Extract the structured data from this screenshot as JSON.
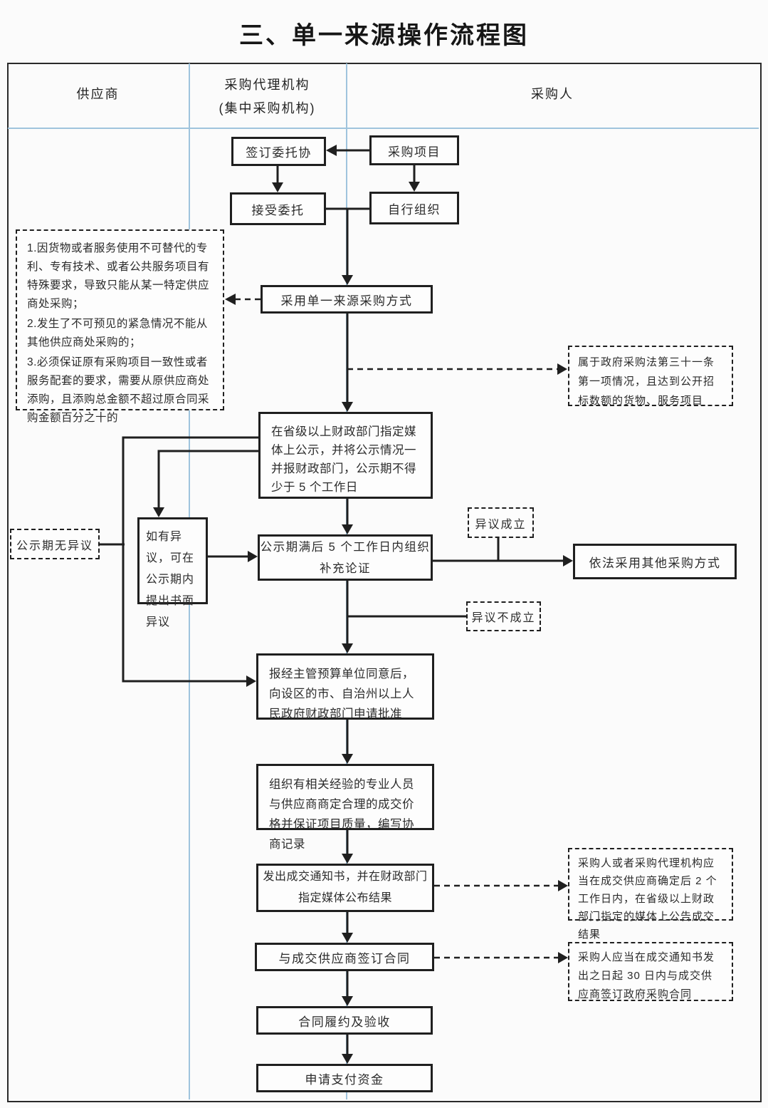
{
  "title": "三、单一来源操作流程图",
  "lanes": {
    "supplier": "供应商",
    "agency_line1": "采购代理机构",
    "agency_line2": "(集中采购机构)",
    "purchaser": "采购人"
  },
  "nodes": {
    "sign_agreement": "签订委托协",
    "project": "采购项目",
    "accept": "接受委托",
    "self_organize": "自行组织",
    "single_source": "采用单一来源采购方式",
    "publicity": "在省级以上财政部门指定媒体上公示，并将公示情况一并报财政部门，公示期不得少于 5 个工作日",
    "objection": "如有异议，可在公示期内提出书面异议",
    "supplement": "公示期满后 5 个工作日内组织补充论证",
    "other_method": "依法采用其他采购方式",
    "approval": "报经主管预算单位同意后，向设区的市、自治州以上人民政府财政部门申请批准",
    "negotiate": "组织有相关经验的专业人员与供应商商定合理的成交价格并保证项目质量，编写协商记录",
    "notice": "发出成交通知书，并在财政部门指定媒体公布结果",
    "contract": "与成交供应商签订合同",
    "acceptance": "合同履约及验收",
    "payment": "申请支付资金"
  },
  "annotations": {
    "conditions": [
      "1.因货物或者服务使用不可替代的专利、专有技术、或者公共服务项目有特殊要求，导致只能从某一特定供应商处采购；",
      "2.发生了不可预见的紧急情况不能从其他供应商处采购的；",
      "3.必须保证原有采购项目一致性或者服务配套的要求，需要从原供应商处添购，且添购总金额不超过原合同采购金额百分之十的"
    ],
    "law31": "属于政府采购法第三十一条第一项情况，且达到公开招标数额的货物、服务项目",
    "no_objection": "公示期无异议",
    "objection_valid": "异议成立",
    "objection_invalid": "异议不成立",
    "announce": "采购人或者采购代理机构应当在成交供应商确定后 2 个工作日内，在省级以上财政部门指定的媒体上公告成交结果",
    "sign_30days": "采购人应当在成交通知书发出之日起 30 日内与成交供应商签订政府采购合同"
  },
  "colors": {
    "line_black": "#1f1f1f",
    "divider_blue": "#9fc4dd",
    "background": "#fbfbfb",
    "box_fill": "#fdfdfd"
  }
}
